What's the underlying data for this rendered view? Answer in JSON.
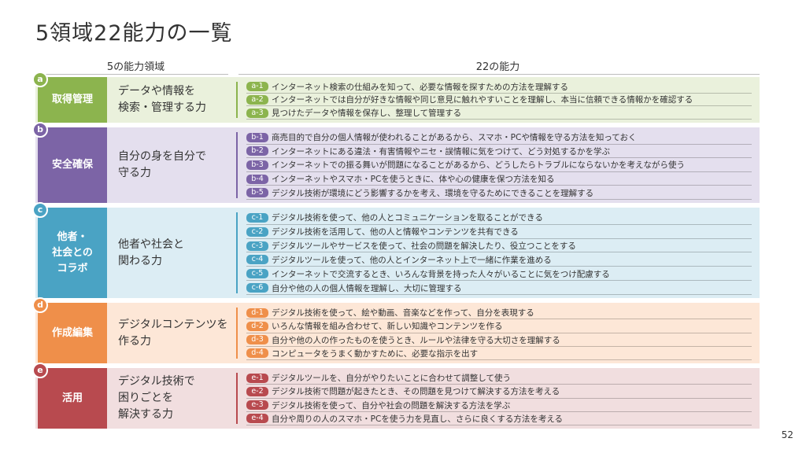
{
  "title": "5領域22能力の一覧",
  "headers": {
    "areas": "5の能力領域",
    "abilities": "22の能力"
  },
  "page_number": "52",
  "sections": [
    {
      "letter": "a",
      "name": [
        "取得管理"
      ],
      "desc": [
        "データや情報を",
        "検索・管理する力"
      ],
      "colors": {
        "badge": "#8cb44e",
        "bg": "#eaf1dc",
        "code": "#8cb44e"
      },
      "items": [
        {
          "code": "a-1",
          "text": "インターネット検索の仕組みを知って、必要な情報を探すための方法を理解する"
        },
        {
          "code": "a-2",
          "text": "インターネットでは自分が好きな情報や同じ意見に触れやすいことを理解し、本当に信頼できる情報かを確認する"
        },
        {
          "code": "a-3",
          "text": "見つけたデータや情報を保存し、整理して管理する"
        }
      ]
    },
    {
      "letter": "b",
      "name": [
        "安全確保"
      ],
      "desc": [
        "自分の身を自分で",
        "守る力"
      ],
      "colors": {
        "badge": "#7c64a6",
        "bg": "#e4dfee",
        "code": "#7c64a6"
      },
      "items": [
        {
          "code": "b-1",
          "text": "商売目的で自分の個人情報が使われることがあるから、スマホ・PCや情報を守る方法を知っておく"
        },
        {
          "code": "b-2",
          "text": "インターネットにある違法・有害情報やニセ・誤情報に気をつけて、どう対処するかを学ぶ"
        },
        {
          "code": "b-3",
          "text": "インターネットでの振る舞いが問題になることがあるから、どうしたらトラブルにならないかを考えながら使う"
        },
        {
          "code": "b-4",
          "text": "インターネットやスマホ・PCを使うときに、体や心の健康を保つ方法を知る"
        },
        {
          "code": "b-5",
          "text": "デジタル技術が環境にどう影響するかを考え、環境を守るためにできることを理解する"
        }
      ]
    },
    {
      "letter": "c",
      "name": [
        "他者・",
        "社会との",
        "コラボ"
      ],
      "desc": [
        "他者や社会と",
        "関わる力"
      ],
      "colors": {
        "badge": "#4aa3c4",
        "bg": "#dcedf4",
        "code": "#4aa3c4"
      },
      "items": [
        {
          "code": "c-1",
          "text": "デジタル技術を使って、他の人とコミュニケーションを取ることができる"
        },
        {
          "code": "c-2",
          "text": "デジタル技術を活用して、他の人と情報やコンテンツを共有できる"
        },
        {
          "code": "c-3",
          "text": "デジタルツールやサービスを使って、社会の問題を解決したり、役立つことをする"
        },
        {
          "code": "c-4",
          "text": "デジタルツールを使って、他の人とインターネット上で一緒に作業を進める"
        },
        {
          "code": "c-5",
          "text": "インターネットで交流するとき、いろんな背景を持った人々がいることに気をつけ配慮する"
        },
        {
          "code": "c-6",
          "text": "自分や他の人の個人情報を理解し、大切に管理する"
        }
      ]
    },
    {
      "letter": "d",
      "name": [
        "作成編集"
      ],
      "desc": [
        "デジタルコンテンツを",
        "作る力"
      ],
      "colors": {
        "badge": "#ef8f4a",
        "bg": "#fde7d7",
        "code": "#ef8f4a"
      },
      "items": [
        {
          "code": "d-1",
          "text": "デジタル技術を使って、絵や動画、音楽などを作って、自分を表現する"
        },
        {
          "code": "d-2",
          "text": "いろんな情報を組み合わせて、新しい知識やコンテンツを作る"
        },
        {
          "code": "d-3",
          "text": "自分や他の人の作ったものを使うとき、ルールや法律を守る大切さを理解する"
        },
        {
          "code": "d-4",
          "text": "コンピュータをうまく動かすために、必要な指示を出す"
        }
      ]
    },
    {
      "letter": "e",
      "name": [
        "活用"
      ],
      "desc": [
        "デジタル技術で",
        "困りごとを",
        "解決する力"
      ],
      "colors": {
        "badge": "#b84a4f",
        "bg": "#f1dedf",
        "code": "#b84a4f"
      },
      "items": [
        {
          "code": "e-1",
          "text": "デジタルツールを、自分がやりたいことに合わせて調整して使う"
        },
        {
          "code": "e-2",
          "text": "デジタル技術で問題が起きたとき、その問題を見つけて解決する方法を考える"
        },
        {
          "code": "e-3",
          "text": "デジタル技術を使って、自分や社会の問題を解決する方法を学ぶ"
        },
        {
          "code": "e-4",
          "text": "自分や周りの人のスマホ・PCを使う力を見直し、さらに良くする方法を考える"
        }
      ]
    }
  ]
}
